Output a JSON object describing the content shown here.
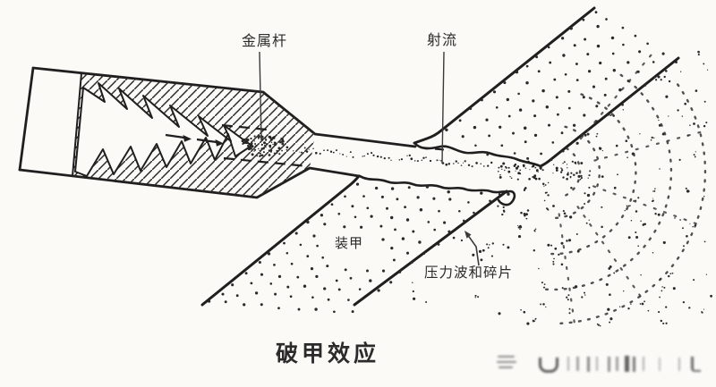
{
  "figure": {
    "title_caption": "破甲效应",
    "labels": {
      "metal_rod": "金属杆",
      "jet": "射流",
      "armor": "装甲",
      "pressure_wave_and_fragments": "压力波和碎片"
    },
    "colors": {
      "background": "#fbfaf7",
      "ink": "#1f1f1f"
    },
    "icons": {
      "pressure_wave_arrow": "arrow-up-left",
      "collapse_arrows": "arrow-right",
      "watermark": "blurred-watermark-marks"
    }
  }
}
